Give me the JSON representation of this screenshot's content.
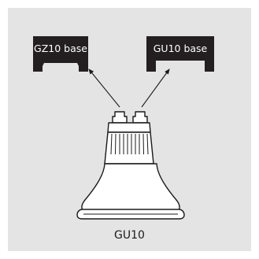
{
  "bases": {
    "left_label": "GZ10 base",
    "right_label": "GU10 base"
  },
  "caption": "GU10",
  "colors": {
    "background": "#e4e4e4",
    "base_fill": "#231f20",
    "outline": "#1a1a1a",
    "bulb_fill": "#ffffff"
  }
}
